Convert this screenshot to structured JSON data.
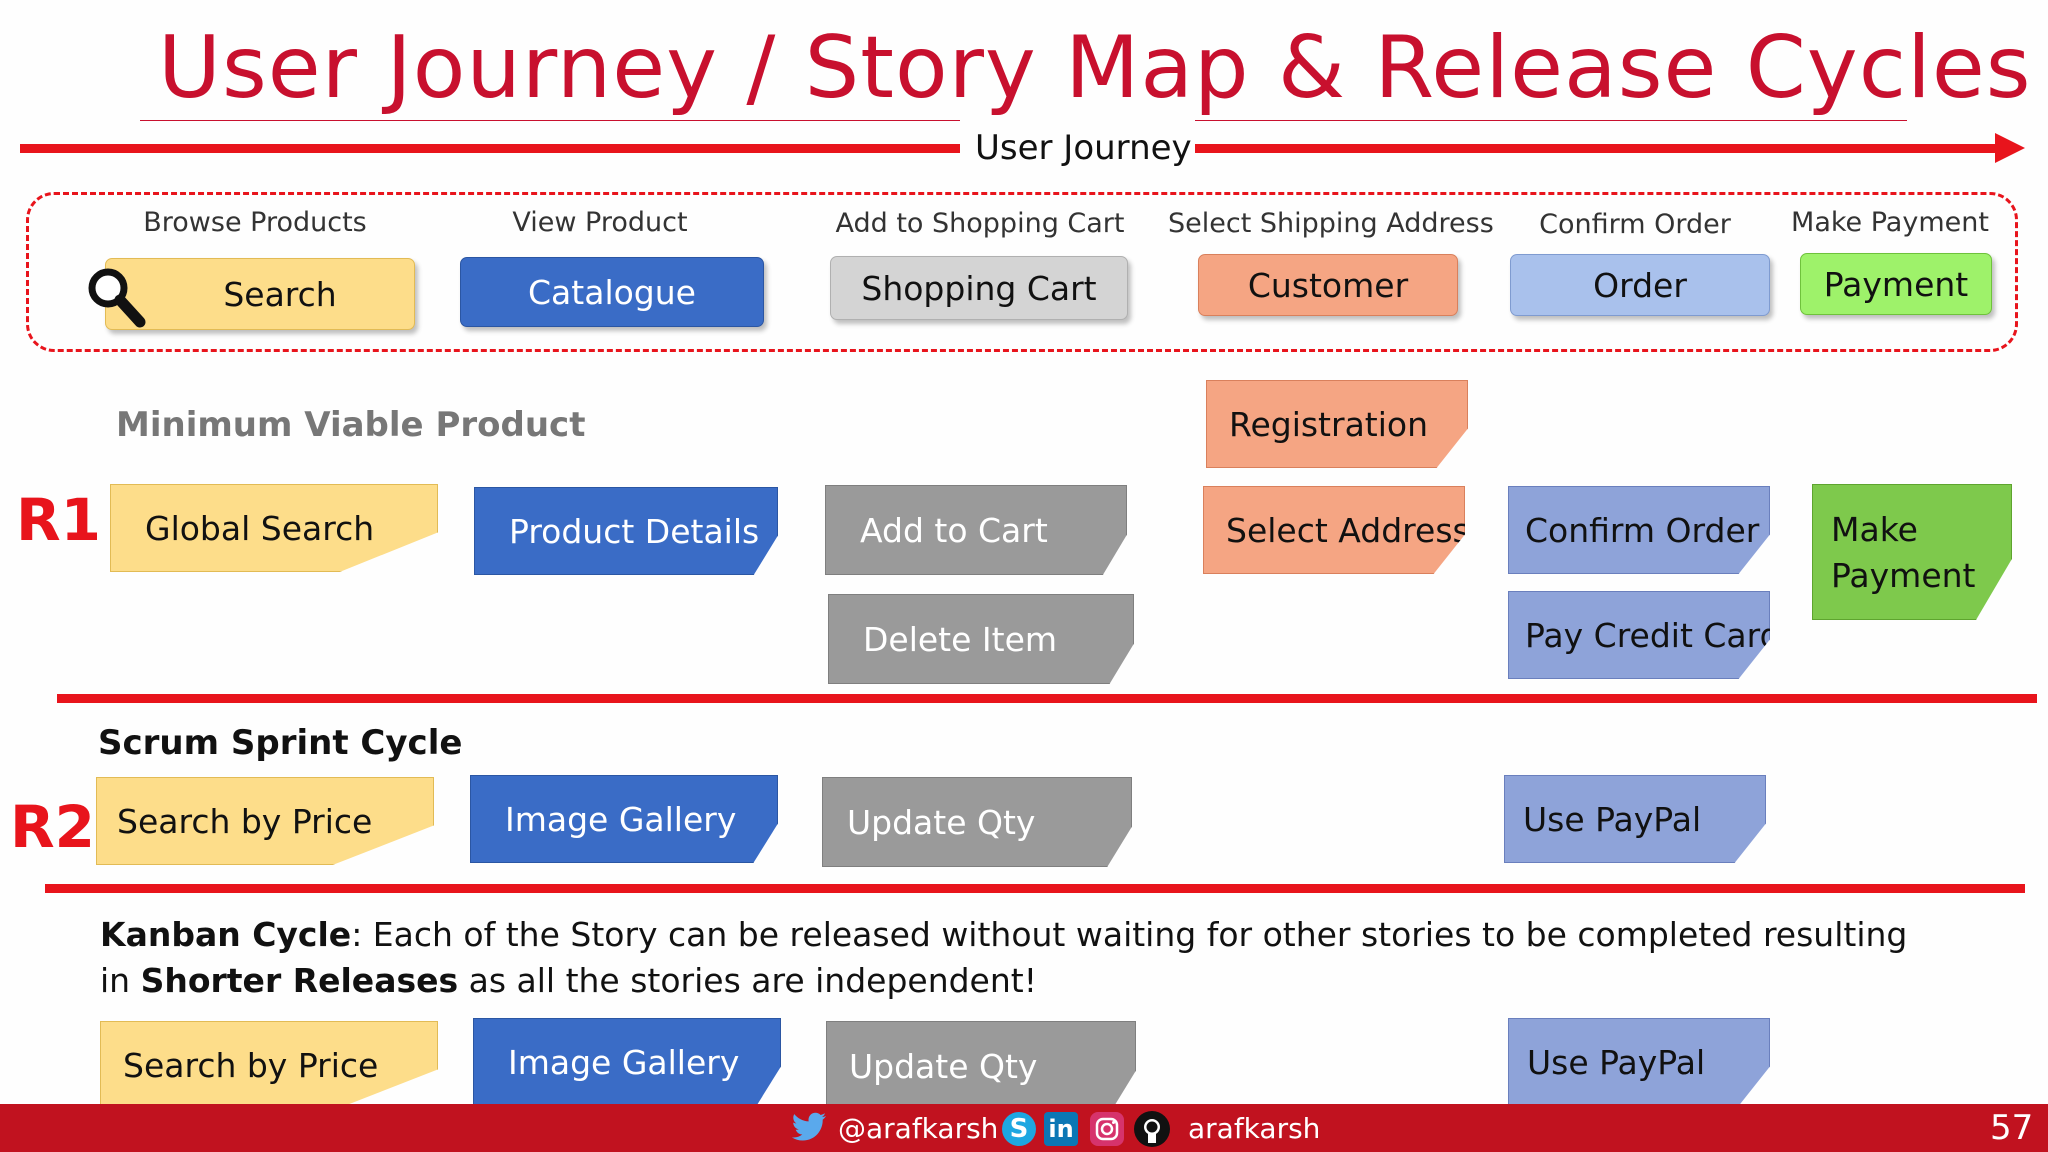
{
  "title": "User Journey / Story Map & Release Cycles",
  "journey_label": "User Journey",
  "categories": [
    {
      "label": "Browse Products",
      "pill": "Search",
      "color": "#fddd8a"
    },
    {
      "label": "View Product",
      "pill": "Catalogue",
      "color": "#3a6cc6"
    },
    {
      "label": "Add to Shopping Cart",
      "pill": "Shopping Cart",
      "color": "#cfcfcf"
    },
    {
      "label": "Select Shipping Address",
      "pill": "Customer",
      "color": "#f5a583"
    },
    {
      "label": "Confirm Order",
      "pill": "Order",
      "color": "#a9c1ec"
    },
    {
      "label": "Make Payment",
      "pill": "Payment",
      "color": "#9ef26a"
    }
  ],
  "mvp_label": "Minimum Viable Product",
  "r1": {
    "label": "R1",
    "notes": [
      "Global Search",
      "Product Details",
      "Add to Cart",
      "Delete Item",
      "Registration",
      "Select Address",
      "Confirm Order",
      "Pay Credit Card",
      "Make Payment"
    ]
  },
  "scrum_label": "Scrum Sprint Cycle",
  "r2": {
    "label": "R2",
    "notes": [
      "Search by Price",
      "Image Gallery",
      "Update Qty",
      "Use PayPal"
    ]
  },
  "kanban": {
    "bold": "Kanban Cycle",
    "text1": ": Each of the Story can be released without waiting for other stories to be completed resulting",
    "text2_prefix": "in ",
    "text2_bold": "Shorter Releases",
    "text2_suffix": " as all the stories are independent!",
    "notes": [
      "Search by Price",
      "Image Gallery",
      "Update Qty",
      "Use PayPal"
    ]
  },
  "footer": {
    "twitter": "@arafkarsh",
    "github": "arafkarsh",
    "page_number": "57"
  },
  "accent_color": "#e8141c"
}
